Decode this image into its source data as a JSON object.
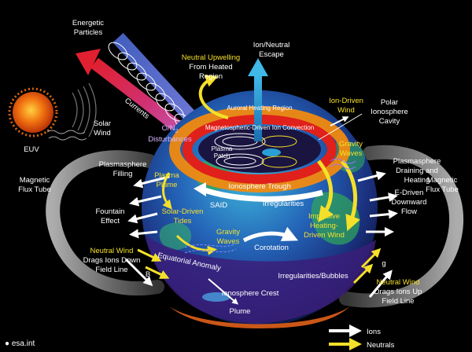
{
  "credit": "● esa.int",
  "legend": {
    "ions": "Ions",
    "neutrals": "Neutrals"
  },
  "labels": {
    "energetic_particles": [
      "Energetic",
      "Particles"
    ],
    "currents": "Currents",
    "solar_wind": [
      "Solar",
      "Wind"
    ],
    "euv": "EUV",
    "o_n2": [
      "O/N",
      "2",
      " Disturbances"
    ],
    "neutral_upwelling": [
      "Neutral Upwelling",
      "From Heated",
      "Region"
    ],
    "ion_neutral_escape": [
      "Ion/Neutral",
      "Escape"
    ],
    "auroral_heating": "Auroral Heating Region",
    "mag_driven_ion_convection": "Magnetospheric-Driven Ion Convection",
    "ion_driven_wind": [
      "Ion-Driven",
      "Wind"
    ],
    "polar_ionosphere_cavity": [
      "Polar",
      "Ionosphere",
      "Cavity"
    ],
    "plasma_patch": [
      "Plasma",
      "Patch"
    ],
    "gravity_waves_top": [
      "Gravity",
      "Waves"
    ],
    "plasmasphere_filling": [
      "Plasmasphere",
      "Filling"
    ],
    "magnetic_flux_tube_left": [
      "Magnetic",
      "Flux Tube"
    ],
    "plasma_plume": [
      "Plasma",
      "Plume"
    ],
    "ionosphere_trough": "Ionosphere Trough",
    "plasmasphere_draining": [
      "Plasmasphere",
      "Draining and",
      "Heating"
    ],
    "magnetic_flux_tube_right": [
      "Magnetic",
      "Flux Tube"
    ],
    "said": "SAID",
    "irregularities_top": "Irregularities",
    "e_driven_downward": [
      "E-Driven",
      "Downward",
      "Flow"
    ],
    "fountain_effect": [
      "Fountain",
      "Effect"
    ],
    "solar_driven_tides": [
      "Solar-Driven",
      "Tides"
    ],
    "implusive_wind": [
      "Implusive",
      "Heating-",
      "Driven Wind"
    ],
    "gravity_waves_mid": [
      "Gravity",
      "Waves"
    ],
    "corotation": "Corotation",
    "neutral_wind_left": [
      "Neutral Wind",
      "Drags Ions Down",
      "Field Line"
    ],
    "b_left": "B",
    "equatorial_anomaly": "Equatorial Anomaly",
    "irregularities_bubbles": "Irregularities/Bubbles",
    "g_right": "g",
    "ionosphere_crest": "Ionosphere Crest",
    "neutral_wind_right": [
      "Neutral Wind",
      "Drags Ions Up",
      "Field Line"
    ],
    "plume": "Plume"
  },
  "colors": {
    "background": "#000000",
    "ion_arrow": "#ffffff",
    "neutral_arrow": "#f4e02a",
    "auroral_ring": "#e0201a",
    "auroral_outer": "#f08a10",
    "earth_blue": "#1b3a8c",
    "earth_green": "#2faa5a",
    "escape_arrow": "#2a9fd6"
  }
}
